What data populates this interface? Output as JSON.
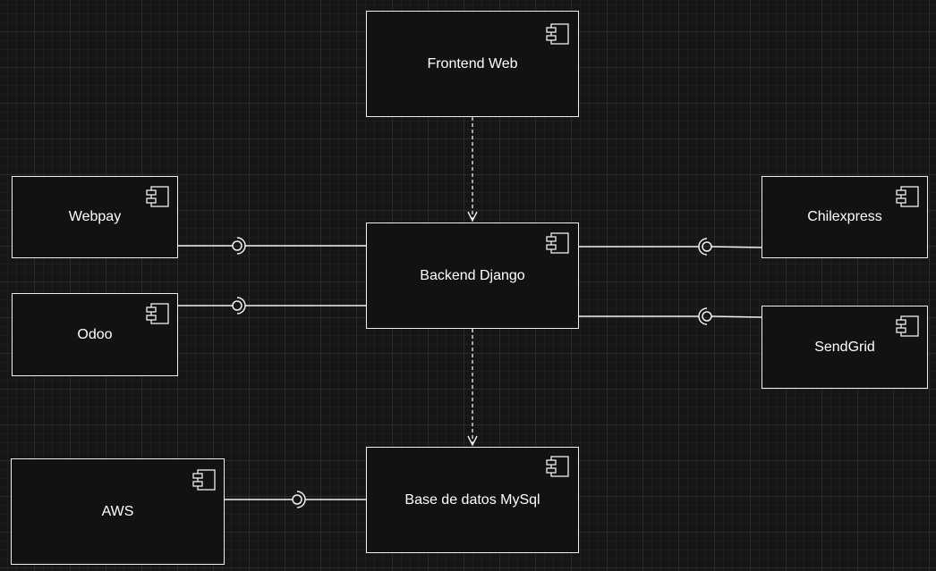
{
  "diagram": {
    "components": [
      {
        "id": "frontend",
        "label": "Frontend Web"
      },
      {
        "id": "backend",
        "label": "Backend Django"
      },
      {
        "id": "database",
        "label": "Base de datos MySql"
      },
      {
        "id": "webpay",
        "label": "Webpay"
      },
      {
        "id": "odoo",
        "label": "Odoo"
      },
      {
        "id": "aws",
        "label": "AWS"
      },
      {
        "id": "chilexpress",
        "label": "Chilexpress"
      },
      {
        "id": "sendgrid",
        "label": "SendGrid"
      }
    ],
    "dependencies": [
      {
        "from": "frontend",
        "to": "backend"
      },
      {
        "from": "backend",
        "to": "database"
      }
    ],
    "interfaces": [
      {
        "provider": "webpay",
        "consumer": "backend"
      },
      {
        "provider": "odoo",
        "consumer": "backend"
      },
      {
        "provider": "chilexpress",
        "consumer": "backend"
      },
      {
        "provider": "sendgrid",
        "consumer": "backend"
      },
      {
        "provider": "aws",
        "consumer": "database"
      }
    ],
    "colors": {
      "background": "#161616",
      "stroke": "#f0f0f0",
      "text": "#ffffff"
    }
  }
}
